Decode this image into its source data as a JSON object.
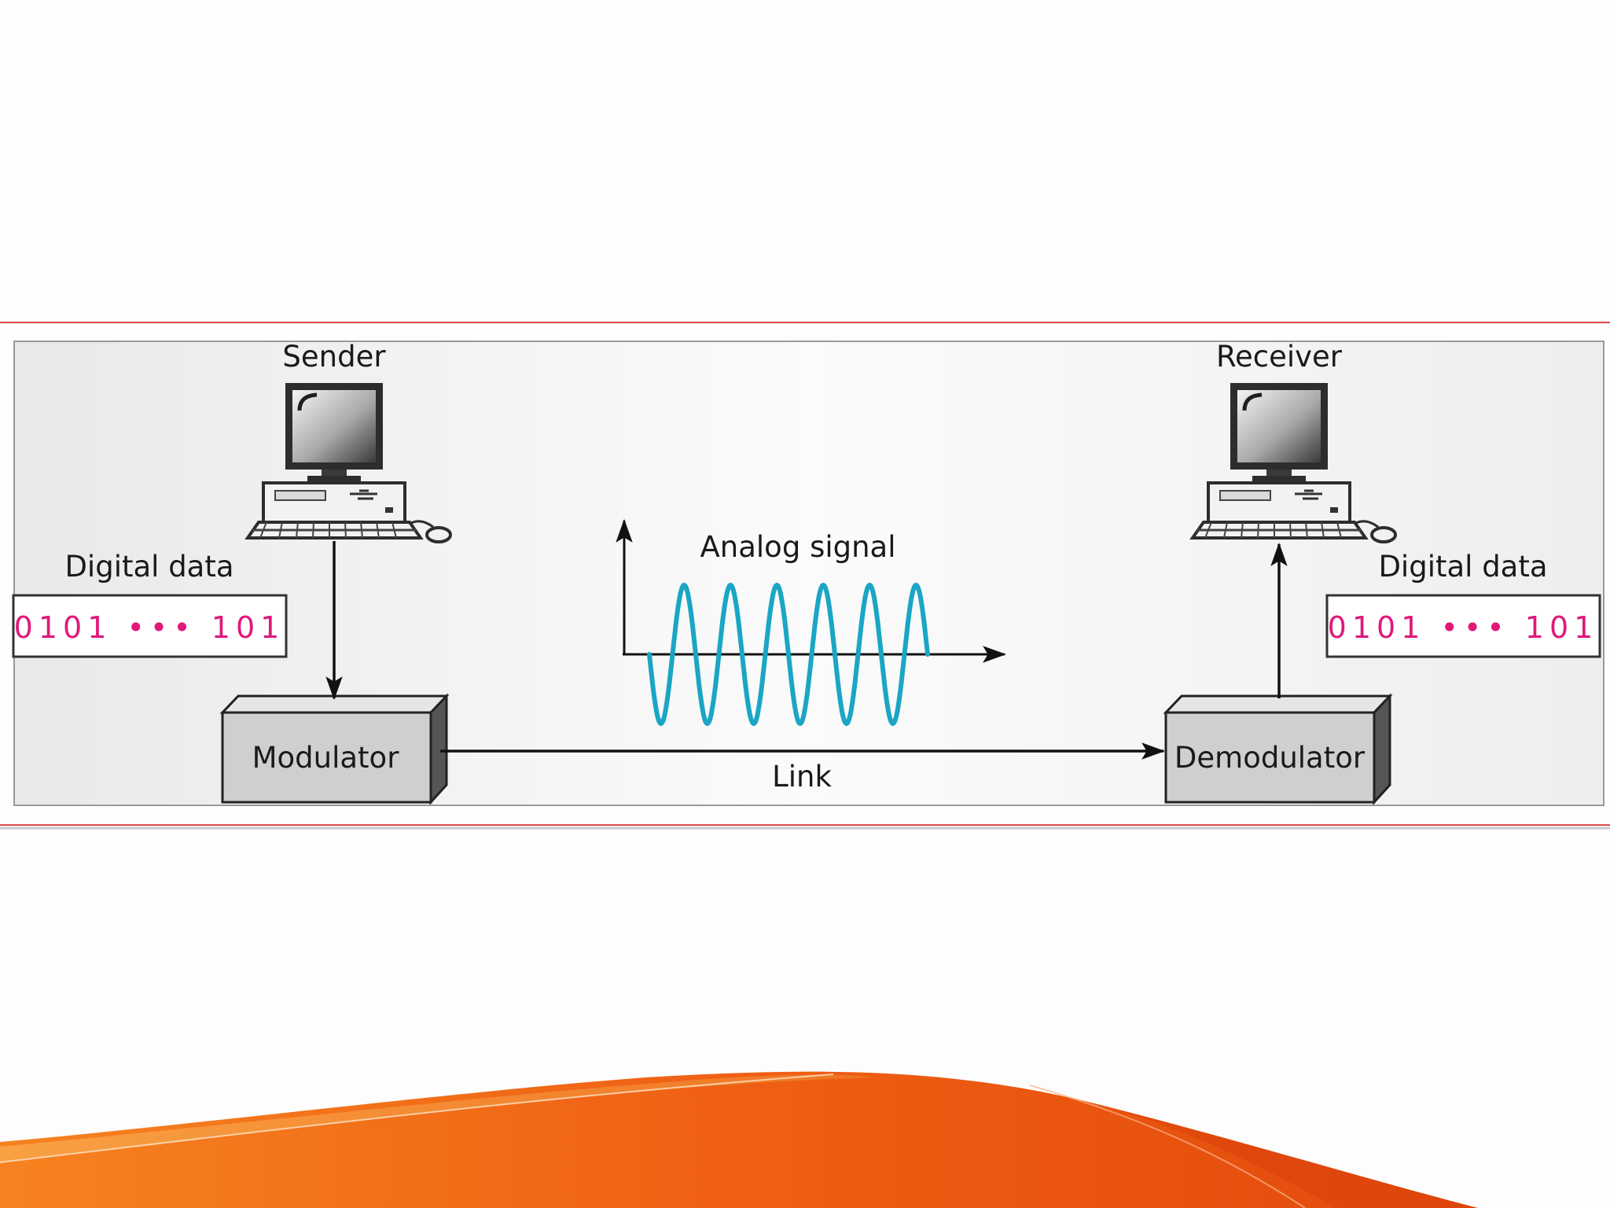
{
  "diagram": {
    "sender": {
      "label": "Sender"
    },
    "receiver": {
      "label": "Receiver"
    },
    "left_data": {
      "label": "Digital data",
      "bits": "0101 ••• 101"
    },
    "right_data": {
      "label": "Digital data",
      "bits": "0101 ••• 101"
    },
    "modulator": {
      "label": "Modulator"
    },
    "demodulator": {
      "label": "Demodulator"
    },
    "link": {
      "label": "Link"
    },
    "signal": {
      "label": "Analog signal"
    }
  },
  "colors": {
    "bits": "#e0187a",
    "wave": "#1aa6c4",
    "frame_line": "#d94a4a",
    "box_fill": "#cfcfcf",
    "box_top": "#e6e6e6",
    "box_side": "#555555",
    "banner_main": "#ef6418"
  },
  "icons": [
    "computer-icon",
    "arrow-icon",
    "sine-wave-icon"
  ]
}
